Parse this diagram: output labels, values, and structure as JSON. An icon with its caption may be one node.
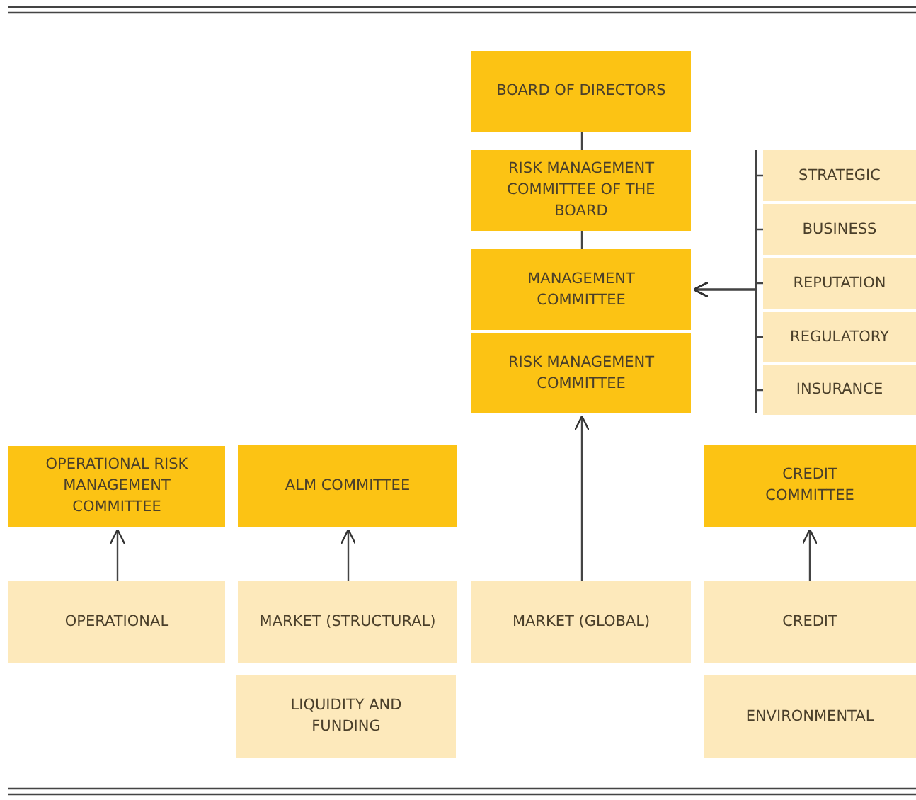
{
  "diagram": {
    "nodes": [
      {
        "text": [
          "BOARD OF DIRECTORS"
        ]
      },
      {
        "text": [
          "RISK MANAGEMENT COMMITTEE OF THE BOARD"
        ]
      },
      {
        "text": [
          "MANAGEMENT COMMITTEE"
        ]
      },
      {
        "text": [
          "RISK MANAGEMENT COMMITTEE"
        ]
      },
      {
        "text": [
          "STRATEGIC"
        ]
      },
      {
        "text": [
          "BUSINESS"
        ]
      },
      {
        "text": [
          "REPUTATION"
        ]
      },
      {
        "text": [
          "REGULATORY"
        ]
      },
      {
        "text": [
          "INSURANCE"
        ]
      },
      {
        "text": [
          "OPERATIONAL RISK MANAGEMENT COMMITTEE"
        ]
      },
      {
        "text": [
          "ALM COMMITTEE"
        ]
      },
      {
        "text": [
          "CREDIT COMMITTEE"
        ]
      },
      {
        "text": [
          "OPERATIONAL"
        ]
      },
      {
        "text": [
          "MARKET (STRUCTURAL)"
        ]
      },
      {
        "text": [
          "MARKET (GLOBAL)"
        ]
      },
      {
        "text": [
          "CREDIT"
        ]
      },
      {
        "text": [
          "LIQUIDITY AND FUNDING"
        ]
      },
      {
        "text": [
          "ENVIRONMENTAL"
        ]
      }
    ],
    "edges": [
      {
        "from": 0,
        "to": 1,
        "arrow": "none"
      },
      {
        "from": 1,
        "to": 2,
        "arrow": "none"
      },
      {
        "from": 4,
        "to": 2,
        "arrow": "to"
      },
      {
        "from": 5,
        "to": 2,
        "arrow": "to"
      },
      {
        "from": 6,
        "to": 2,
        "arrow": "to"
      },
      {
        "from": 7,
        "to": 2,
        "arrow": "to"
      },
      {
        "from": 8,
        "to": 2,
        "arrow": "to"
      },
      {
        "from": 14,
        "to": 3,
        "arrow": "to"
      },
      {
        "from": 12,
        "to": 9,
        "arrow": "to"
      },
      {
        "from": 13,
        "to": 10,
        "arrow": "to"
      },
      {
        "from": 15,
        "to": 11,
        "arrow": "to"
      }
    ]
  }
}
